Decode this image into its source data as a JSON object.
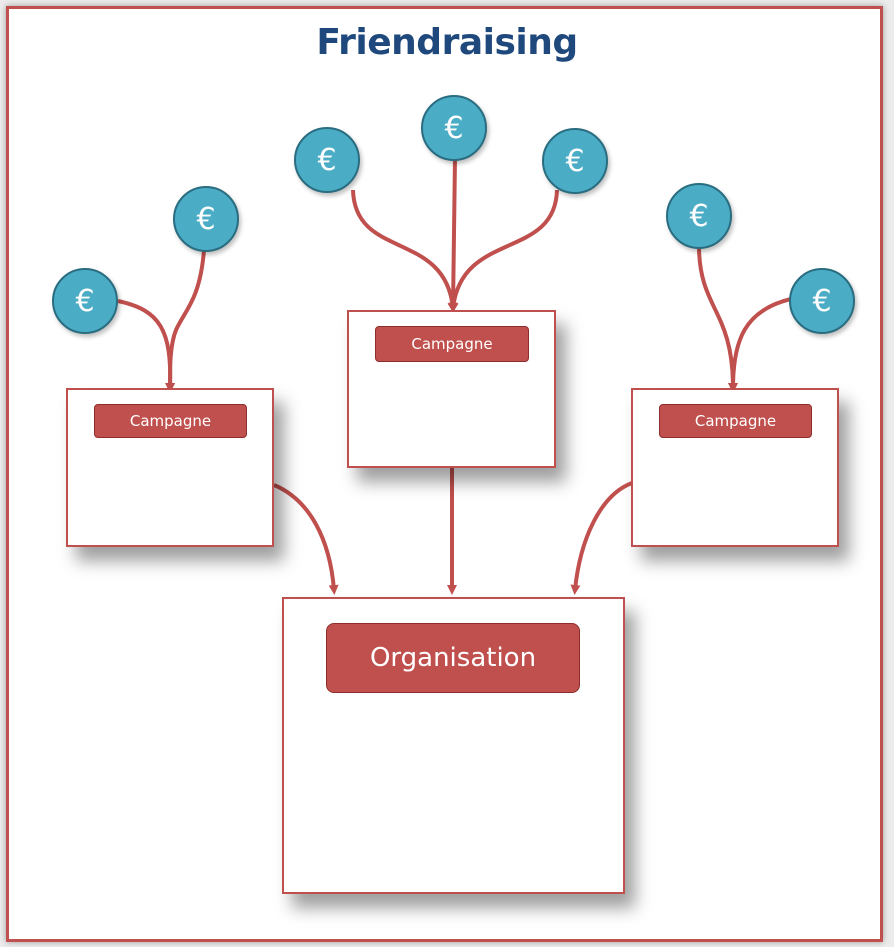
{
  "title": "Friendraising",
  "campaign_label": "Campagne",
  "organisation_label": "Organisation",
  "coin_symbol": "€",
  "colors": {
    "frame": "#c0504d",
    "title": "#1f497d",
    "coin": "#4bacc6",
    "label": "#c0504d"
  }
}
